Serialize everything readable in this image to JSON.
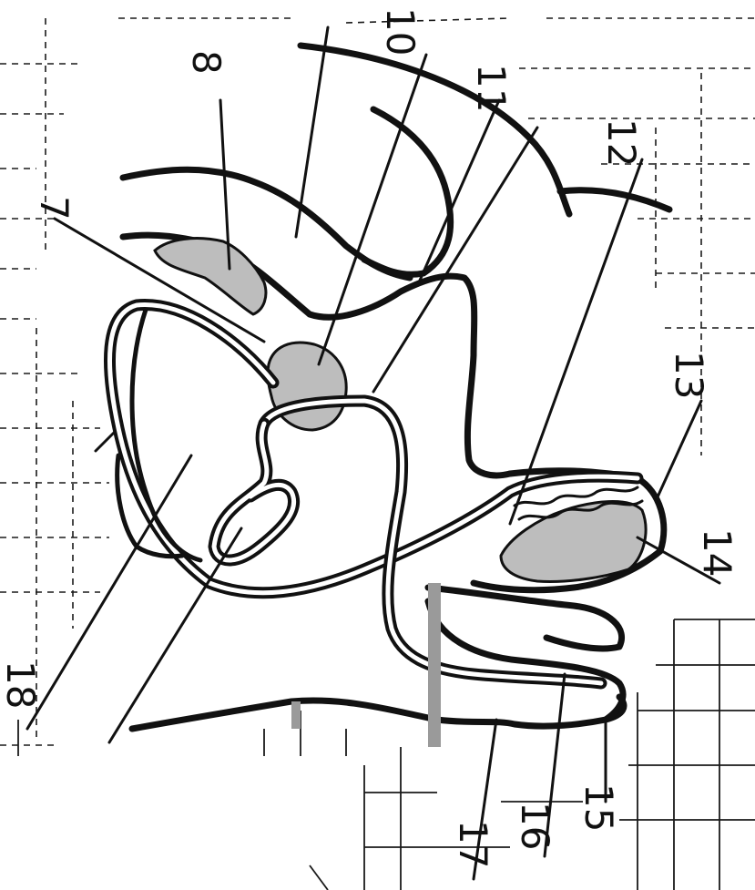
{
  "labels": {
    "l7": "7",
    "l8": "8",
    "l10": "10",
    "l11": "11",
    "l12": "12",
    "l13": "13",
    "l14": "14",
    "l15": "15",
    "l16": "16",
    "l17": "17",
    "l18": "18"
  },
  "colors": {
    "ink": "#111111",
    "shading": "#bdbdbd",
    "paper": "#ffffff"
  }
}
